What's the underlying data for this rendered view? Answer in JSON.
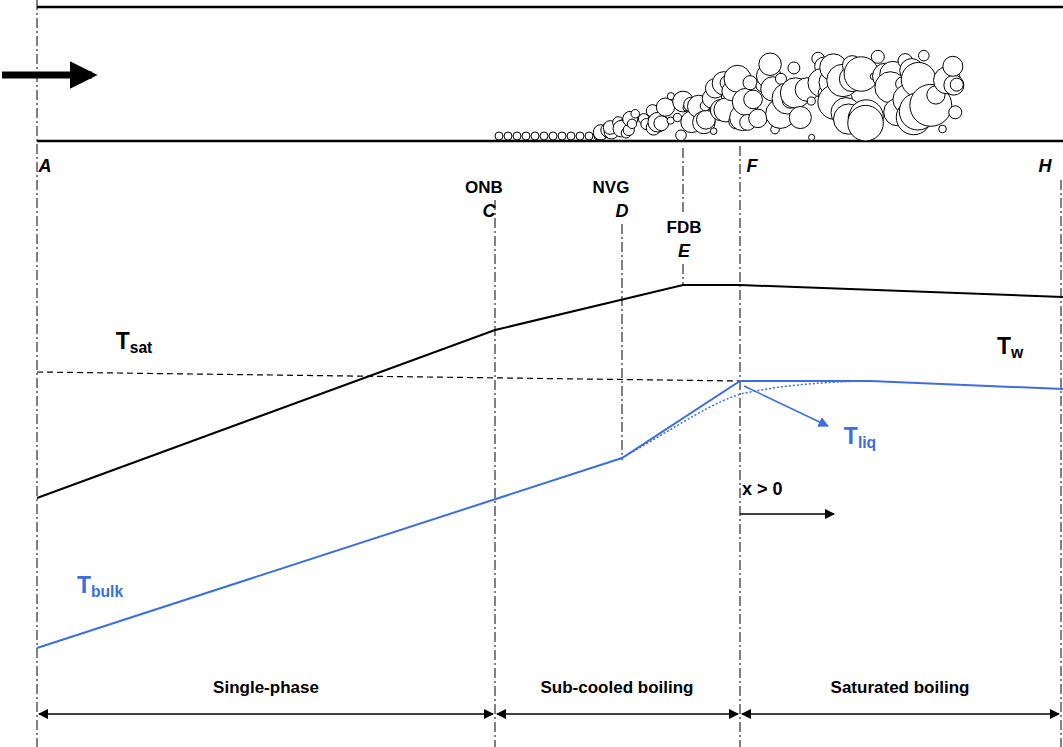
{
  "diagram": {
    "labels": [
      "A",
      "ONB",
      "C",
      "NVG",
      "D",
      "FDB",
      "E",
      "F",
      "H",
      "Tsat",
      "Tw",
      "Tliq",
      "Tbulk",
      "x > 0",
      "Single-phase",
      "Sub-cooled boiling",
      "Saturated boiling"
    ]
  }
}
